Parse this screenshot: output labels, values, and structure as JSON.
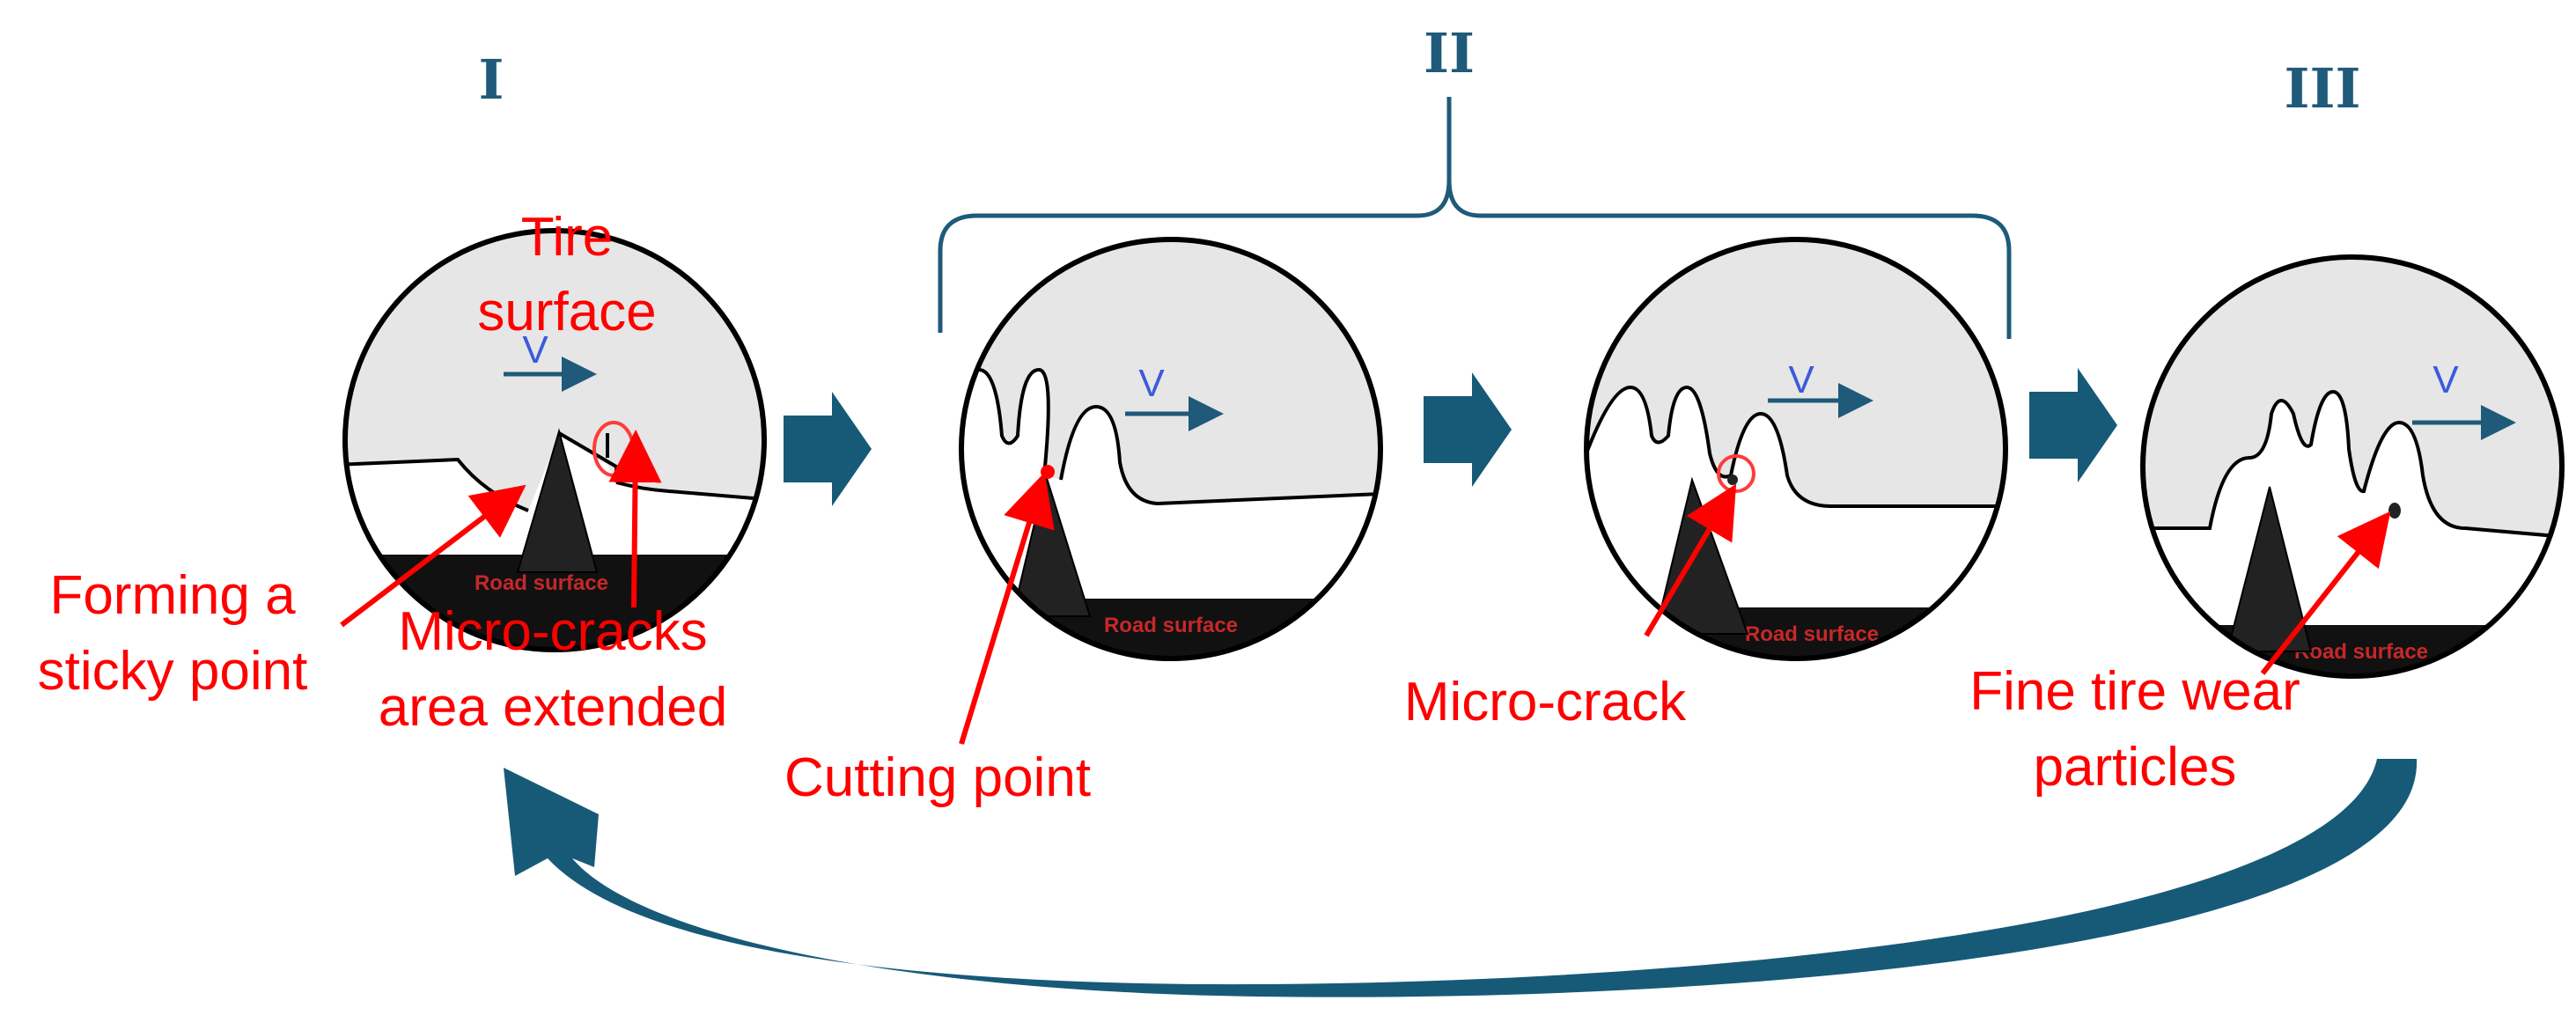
{
  "stages": {
    "stage_1": "I",
    "stage_2": "II",
    "stage_3": "III"
  },
  "labels": {
    "tire_surface_1": "Tire",
    "tire_surface_2": "surface",
    "sticky_1": "Forming a",
    "sticky_2": "sticky point",
    "micro_ext_1": "Micro-cracks",
    "micro_ext_2": "area extended",
    "cutting_point": "Cutting point",
    "micro_crack": "Micro-crack",
    "fine_1": "Fine tire wear",
    "fine_2": "particles"
  },
  "velocity_label": "V",
  "road_label": "Road surface",
  "colors": {
    "annotation": "#ff0000",
    "flow_arrow": "#175a78",
    "roman": "#1f5a7a",
    "velocity": "#3b5bdb"
  }
}
